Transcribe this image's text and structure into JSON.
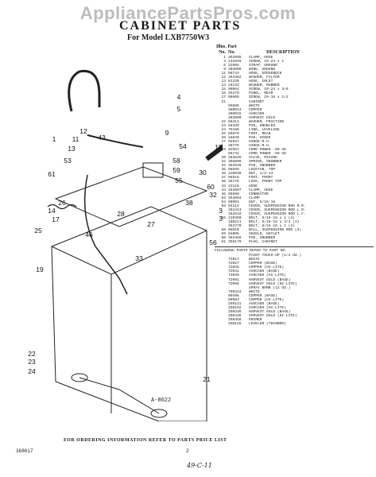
{
  "watermark": "AppliancePartsPros.com",
  "title": "CABINET PARTS",
  "model_line": "For Model LXB7750W3",
  "table_header": {
    "illus_line": "Illus. Part",
    "no_label": "No.",
    "part_label": "No.",
    "desc_label": "DESCRIPTION"
  },
  "parts": [
    {
      "illus": "1",
      "part": "352095",
      "desc": "CLAMP, HOSE"
    },
    {
      "illus": "4",
      "part": "132848",
      "desc": "SCREW, 10-24 x 1"
    },
    {
      "illus": "5",
      "part": "22965",
      "desc": "STRAP, GROUND"
    },
    {
      "illus": "9",
      "part": "304009",
      "desc": "WIRE, GROUND"
    },
    {
      "illus": "11",
      "part": "96743",
      "desc": "HOSE, GOOSENECK"
    },
    {
      "illus": "12",
      "part": "353362",
      "desc": "WASHER, FILTER"
    },
    {
      "illus": "13",
      "part": "81339",
      "desc": "HOSE, INLET"
    },
    {
      "illus": "14",
      "part": "16133",
      "desc": "WASHER, RUBBER"
    },
    {
      "illus": "15",
      "part": "90864",
      "desc": "SCREW, 10-24 x 3/8"
    },
    {
      "illus": "16",
      "part": "45279",
      "desc": "PANEL, REAR"
    },
    {
      "illus": "17",
      "part": "98605",
      "desc": "SCREW, 10-16 x 1/2"
    },
    {
      "illus": "21",
      "part": "",
      "desc": "CABINET"
    },
    {
      "illus": "",
      "part": "55566",
      "desc": "WHITE"
    },
    {
      "illus": "",
      "part": "360013",
      "desc": "COPPER"
    },
    {
      "illus": "",
      "part": "360015",
      "desc": "AVOCADO"
    },
    {
      "illus": "",
      "part": "363000",
      "desc": "HARVEST GOLD"
    },
    {
      "illus": "22",
      "part": "58411",
      "desc": "WASHER, FRICTION"
    },
    {
      "illus": "23",
      "part": "58439",
      "desc": "PIN, KNURLED"
    },
    {
      "illus": "24",
      "part": "75189",
      "desc": "LINK, LEVELING"
    },
    {
      "illus": "25",
      "part": "55879",
      "desc": "FOOT, REAR"
    },
    {
      "illus": "26",
      "part": "18849",
      "desc": "PAD, HINGE"
    },
    {
      "illus": "27",
      "part": "92557",
      "desc": "HINGE-R.H."
    },
    {
      "illus": "",
      "part": "38775",
      "desc": "HINGE-R.H."
    },
    {
      "illus": "28",
      "part": "92567",
      "desc": "CORD POWER -60 HZ"
    },
    {
      "illus": "",
      "part": "85742",
      "desc": "CORD POWER -50 HZ"
    },
    {
      "illus": "30",
      "part": "363635",
      "desc": "VALVE, MIXING"
    },
    {
      "illus": "32",
      "part": "356806",
      "desc": "SPRING, SNUBBER"
    },
    {
      "illus": "33",
      "part": "363535",
      "desc": "PAD, SNUBBER"
    },
    {
      "illus": "35",
      "part": "98569",
      "desc": "LOCKTAB, TOP"
    },
    {
      "illus": "36",
      "part": "120036",
      "desc": "NUT, 1/2-13"
    },
    {
      "illus": "37",
      "part": "96818",
      "desc": "FOOT, FRONT"
    },
    {
      "illus": "38",
      "part": "35776",
      "desc": "LOCK, FRONT TOP"
    },
    {
      "illus": "43",
      "part": "23116",
      "desc": "HOSE"
    },
    {
      "illus": "44",
      "part": "353097",
      "desc": "CLAMP, HOSE"
    },
    {
      "illus": "46",
      "part": "95680",
      "desc": "CONNECTOR"
    },
    {
      "illus": "53",
      "part": "353094",
      "desc": "CLAMP"
    },
    {
      "illus": "54",
      "part": "90994",
      "desc": "NUT, 5/16-18"
    },
    {
      "illus": "55",
      "part": "94114",
      "desc": "COVER, SUSPENSION ROD R.R."
    },
    {
      "illus": "",
      "part": "352413",
      "desc": "COVER, SUSPENSION ROD L.R."
    },
    {
      "illus": "",
      "part": "352519",
      "desc": "COVER, SUSPENSION ROD L.F."
    },
    {
      "illus": "56",
      "part": "120350",
      "desc": "BOLT, 5/16-18 x 1 (3)"
    },
    {
      "illus": "",
      "part": "108211",
      "desc": "BOLT, 5/16-18 x 3/4 (3)"
    },
    {
      "illus": "",
      "part": "353770",
      "desc": "BOLT, 5/16-18 x 1 (3)"
    },
    {
      "illus": "58",
      "part": "96010",
      "desc": "BALL, SUSPENSION ROD (3)"
    },
    {
      "illus": "59",
      "part": "94006",
      "desc": "SHIELD, OUTLET"
    },
    {
      "illus": "60",
      "part": "363459",
      "desc": "PAD, SNUBBER"
    },
    {
      "illus": "61",
      "part": "356179",
      "desc": "PLUG, CABINET"
    }
  ],
  "paint_header": "FOLLOWING PARTS REFER TO PART NO.",
  "paint": [
    {
      "illus": "",
      "part": "",
      "desc": "PAINT TOUCH-UP (1/2 OZ.)"
    },
    {
      "illus": "",
      "part": "72017",
      "desc": "WHITE"
    },
    {
      "illus": "",
      "part": "72027",
      "desc": "COPPER (BASE)"
    },
    {
      "illus": "",
      "part": "72028",
      "desc": "COPPER (HI-LITE)"
    },
    {
      "illus": "",
      "part": "72031",
      "desc": "AVOCADO (BASE)"
    },
    {
      "illus": "",
      "part": "72030",
      "desc": "AVOCADO (HI-LITE)"
    },
    {
      "illus": "",
      "part": "72091",
      "desc": "HARVEST GOLD (BASE)"
    },
    {
      "illus": "",
      "part": "72095",
      "desc": "HARVEST GOLD (HI-LITE)"
    },
    {
      "illus": "",
      "part": "",
      "desc": "SPRAY BOMB (12 OZ.)"
    },
    {
      "illus": "",
      "part": "799343",
      "desc": "WHITE"
    },
    {
      "illus": "",
      "part": "89406",
      "desc": "COPPER (BASE)"
    },
    {
      "illus": "",
      "part": "89903",
      "desc": "COPPER (HI-LITE)"
    },
    {
      "illus": "",
      "part": "250131",
      "desc": "AVOCADO (BASE)"
    },
    {
      "illus": "",
      "part": "250192",
      "desc": "AVOCADO (HI-LITE)"
    },
    {
      "illus": "",
      "part": "250336",
      "desc": "HARVEST GOLD (BASE)"
    },
    {
      "illus": "",
      "part": "250335",
      "desc": "HARVEST GOLD (HI-LITE)"
    },
    {
      "illus": "",
      "part": "250358",
      "desc": "PRIMER"
    },
    {
      "illus": "",
      "part": "250125",
      "desc": "LEVELER (THINNER)"
    }
  ],
  "callouts": [
    "4",
    "5",
    "11",
    "12",
    "13",
    "9",
    "43",
    "53",
    "61",
    "1",
    "54",
    "58",
    "59",
    "55",
    "15",
    "16",
    "26",
    "14",
    "17",
    "28",
    "27",
    "30",
    "35",
    "36",
    "32",
    "25",
    "46",
    "33",
    "56",
    "38",
    "60",
    "19",
    "22",
    "23",
    "24",
    "21"
  ],
  "diagram_code": "A-8622",
  "footer_note": "FOR ORDERING INFORMATION REFER TO PARTS PRICE LIST",
  "doc_code": "368617",
  "page_number": "2",
  "handwritten": "49-C-11"
}
